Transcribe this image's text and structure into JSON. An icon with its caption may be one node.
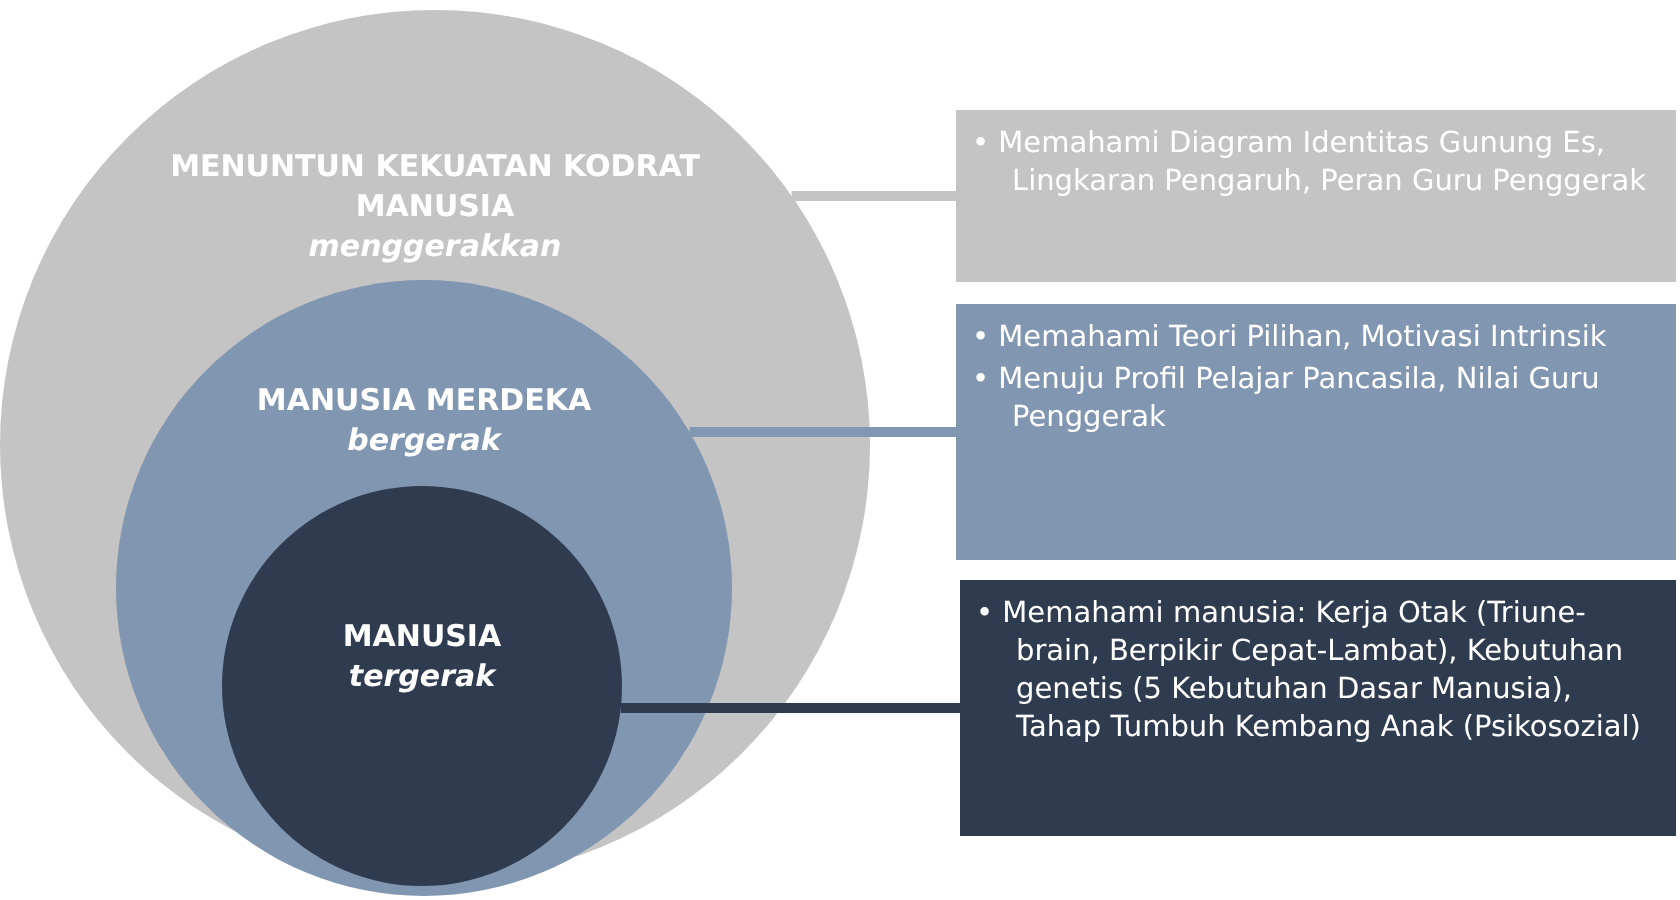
{
  "diagram": {
    "nodes": [
      {
        "text": [
          "MENUNTUN KEKUATAN KODRAT MANUSIA",
          "menggerakkan"
        ]
      },
      {
        "text": [
          "MANUSIA MERDEKA",
          "bergerak"
        ],
        "in": 0
      },
      {
        "text": [
          "MANUSIA",
          "tergerak"
        ],
        "in": 1
      },
      {
        "text": [
          "• Memahami Diagram Identitas Gunung Es, Lingkaran Pengaruh, Peran Guru Penggerak"
        ]
      },
      {
        "text": [
          "• Memahami Teori Pilihan, Motivasi Intrinsik",
          "• Menuju Profil Pelajar Pancasila, Nilai Guru Penggerak"
        ]
      },
      {
        "text": [
          "• Memahami manusia: Kerja Otak (Triune-brain, Berpikir Cepat-Lambat), Kebutuhan genetis (5 Kebutuhan Dasar Manusia), Tahap Tumbuh Kembang Anak (Psikosozial)"
        ]
      }
    ],
    "edges": [
      {
        "from": 0,
        "to": 3,
        "arrow": "none",
        "color": "#c4c4c4"
      },
      {
        "from": 1,
        "to": 4,
        "arrow": "none",
        "color": "#8196b0"
      },
      {
        "from": 2,
        "to": 5,
        "arrow": "none",
        "color": "#2f3b4e"
      }
    ]
  }
}
